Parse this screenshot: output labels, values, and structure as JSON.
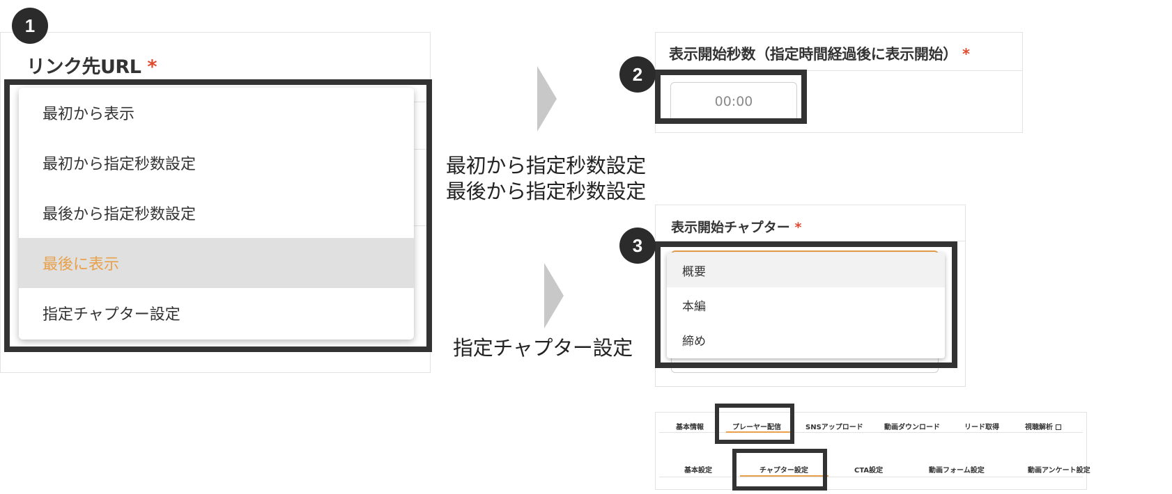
{
  "steps": [
    "1",
    "2",
    "3"
  ],
  "link_panel": {
    "title": "リンク先URL",
    "required_mark": "*",
    "options": [
      {
        "label": "最初から表示",
        "selected": false
      },
      {
        "label": "最初から指定秒数設定",
        "selected": false
      },
      {
        "label": "最後から指定秒数設定",
        "selected": false
      },
      {
        "label": "最後に表示",
        "selected": true
      },
      {
        "label": "指定チャプター設定",
        "selected": false
      }
    ]
  },
  "captions": {
    "seconds_line1": "最初から指定秒数設定",
    "seconds_line2": "最後から指定秒数設定",
    "chapter": "指定チャプター設定"
  },
  "seconds_panel": {
    "title": "表示開始秒数（指定時間経過後に表示開始）",
    "required_mark": "*",
    "input_value": "00:00"
  },
  "chapter_panel": {
    "title": "表示開始チャプター",
    "required_mark": "*",
    "options": [
      {
        "label": "概要",
        "highlighted": true
      },
      {
        "label": "本編",
        "highlighted": false
      },
      {
        "label": "締め",
        "highlighted": false
      }
    ]
  },
  "tabs": {
    "main": [
      {
        "label": "基本情報",
        "active": false
      },
      {
        "label": "プレーヤー配信",
        "active": true
      },
      {
        "label": "SNSアップロード",
        "active": false
      },
      {
        "label": "動画ダウンロード",
        "active": false
      },
      {
        "label": "リード取得",
        "active": false
      },
      {
        "label": "視聴解析",
        "active": false
      }
    ],
    "external_icon": "external-link-icon",
    "sub": [
      {
        "label": "基本設定",
        "active": false
      },
      {
        "label": "チャプター設定",
        "active": true
      },
      {
        "label": "CTA設定",
        "active": false
      },
      {
        "label": "動画フォーム設定",
        "active": false
      },
      {
        "label": "動画アンケート設定",
        "active": false
      }
    ]
  },
  "colors": {
    "accent": "#e8a04a",
    "required": "#e04b2f",
    "highlight_frame": "#333333",
    "badge": "#2b2b2b",
    "arrow": "#c8c8c8"
  }
}
